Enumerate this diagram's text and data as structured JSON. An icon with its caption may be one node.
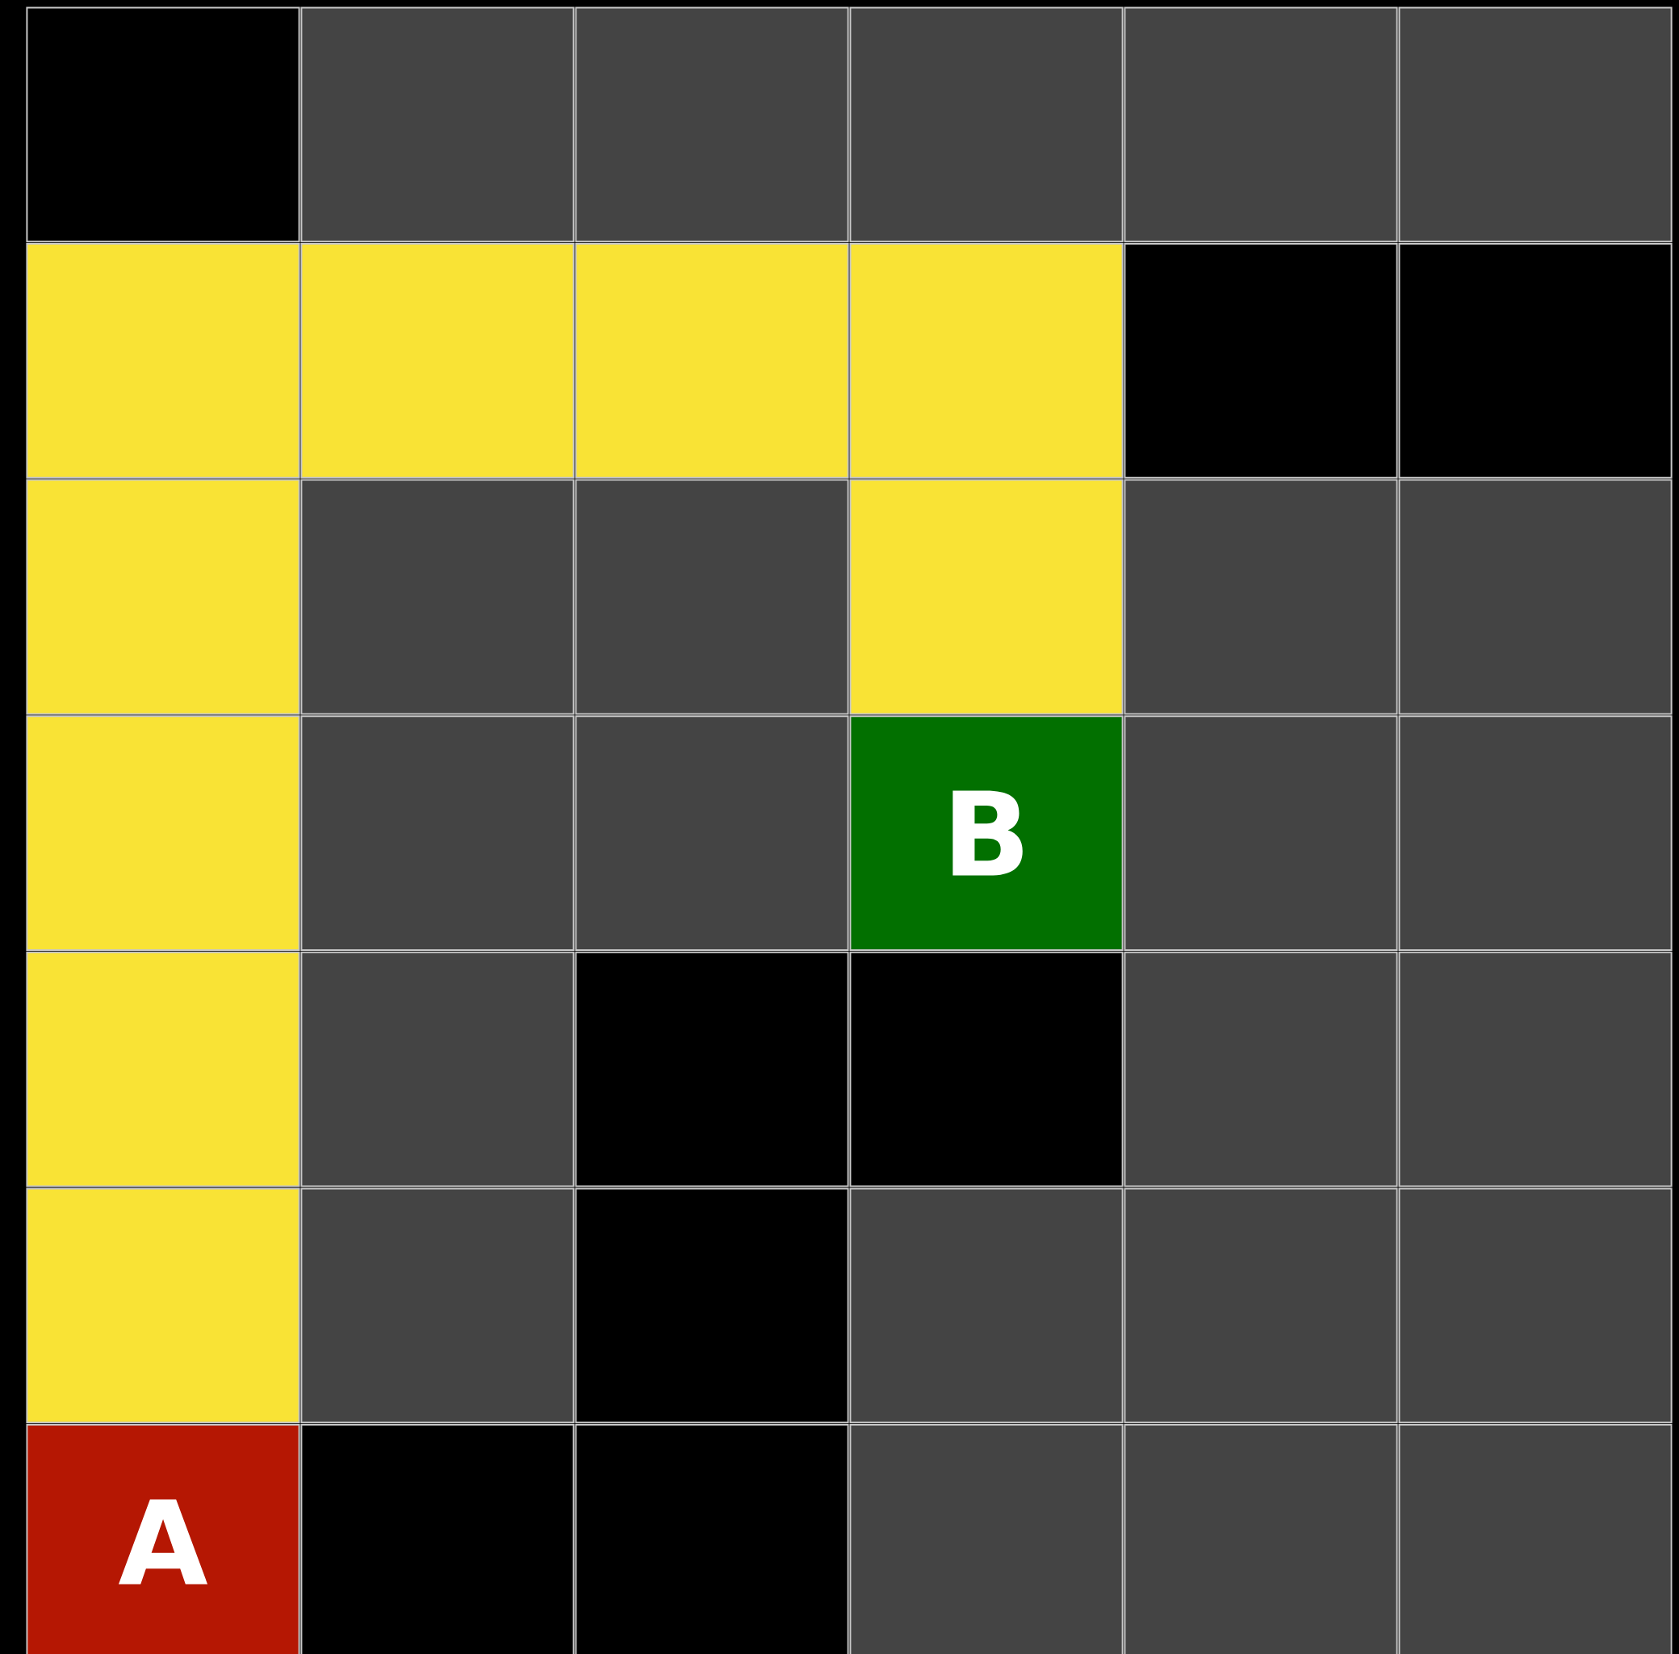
{
  "diagram": {
    "nodes": [
      {
        "text": [],
        "shape": "box"
      },
      {
        "text": [],
        "shape": "box"
      },
      {
        "text": [],
        "shape": "box"
      },
      {
        "text": [],
        "shape": "box"
      },
      {
        "text": [],
        "shape": "box"
      },
      {
        "text": [],
        "shape": "box"
      },
      {
        "text": [],
        "shape": "box"
      },
      {
        "text": [],
        "shape": "box"
      },
      {
        "text": [],
        "shape": "box"
      },
      {
        "text": [],
        "shape": "box"
      },
      {
        "text": [],
        "shape": "box"
      },
      {
        "text": [],
        "shape": "box"
      },
      {
        "text": [],
        "shape": "box"
      },
      {
        "text": [],
        "shape": "box"
      },
      {
        "text": [],
        "shape": "box"
      },
      {
        "text": [],
        "shape": "box"
      },
      {
        "text": [],
        "shape": "box"
      },
      {
        "text": [],
        "shape": "box"
      },
      {
        "text": [],
        "shape": "box"
      },
      {
        "text": [],
        "shape": "box"
      },
      {
        "text": [],
        "shape": "box"
      },
      {
        "text": [
          "B"
        ]
      },
      {
        "text": [],
        "shape": "box"
      },
      {
        "text": [],
        "shape": "box"
      },
      {
        "text": [],
        "shape": "box"
      },
      {
        "text": [],
        "shape": "box"
      },
      {
        "text": [],
        "shape": "box"
      },
      {
        "text": [],
        "shape": "box"
      },
      {
        "text": [],
        "shape": "box"
      },
      {
        "text": [],
        "shape": "box"
      },
      {
        "text": [],
        "shape": "box"
      },
      {
        "text": [],
        "shape": "box"
      },
      {
        "text": [],
        "shape": "box"
      },
      {
        "text": [],
        "shape": "box"
      },
      {
        "text": [],
        "shape": "box"
      },
      {
        "text": [],
        "shape": "box"
      },
      {
        "text": [
          "A"
        ]
      },
      {
        "text": [],
        "shape": "box"
      },
      {
        "text": [],
        "shape": "box"
      },
      {
        "text": [],
        "shape": "box"
      },
      {
        "text": [],
        "shape": "box"
      },
      {
        "text": [],
        "shape": "box"
      }
    ]
  }
}
